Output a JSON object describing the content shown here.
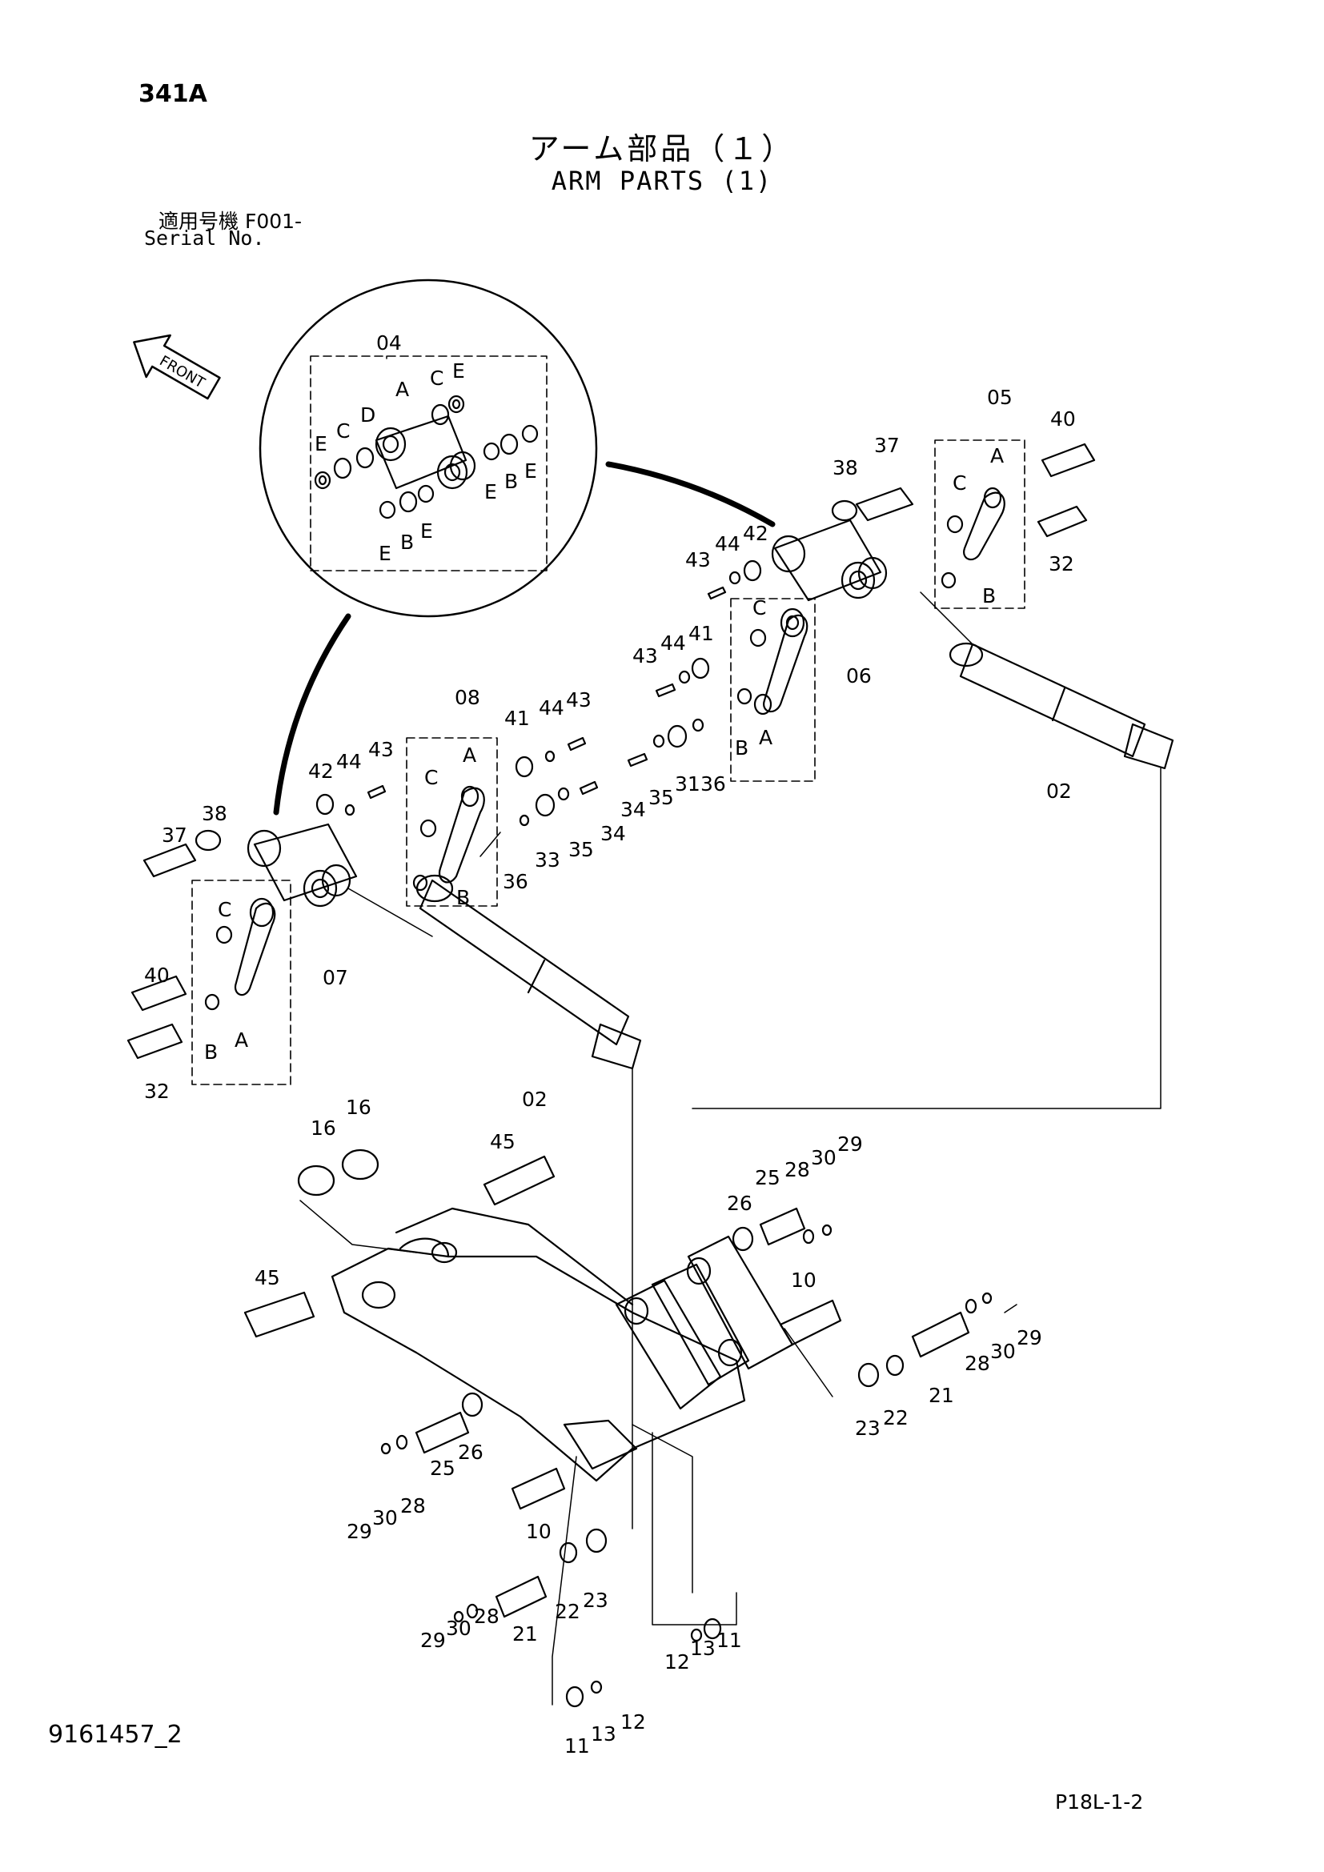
{
  "header": {
    "page_code": "341A",
    "title_jp": "アーム部品（１）",
    "title_en": "ARM PARTS (1)",
    "serial_jp": "適用号機  F001-",
    "serial_en": "Serial No."
  },
  "front_arrow": {
    "label": "FRONT"
  },
  "callouts": {
    "detail": [
      "04",
      "A",
      "C",
      "E",
      "C",
      "D",
      "E",
      "E",
      "B",
      "E",
      "E",
      "B",
      "E"
    ],
    "right": [
      "05",
      "40",
      "A",
      "37",
      "38",
      "C",
      "32",
      "B",
      "43",
      "44",
      "42",
      "C",
      "43",
      "44",
      "41",
      "06",
      "B",
      "A",
      "02"
    ],
    "mid": [
      "08",
      "A",
      "C",
      "41",
      "44",
      "43",
      "B",
      "42",
      "44",
      "43",
      "36",
      "33",
      "35",
      "34",
      "34",
      "35",
      "31",
      "36"
    ],
    "left": [
      "37",
      "38",
      "40",
      "C",
      "07",
      "B",
      "A",
      "32",
      "02"
    ],
    "lower": [
      "16",
      "16",
      "45",
      "45",
      "26",
      "25",
      "28",
      "30",
      "29",
      "10",
      "29",
      "28",
      "30",
      "21",
      "23",
      "22",
      "25",
      "26",
      "29",
      "30",
      "28",
      "10",
      "22",
      "23",
      "29",
      "30",
      "28",
      "21",
      "12",
      "13",
      "11",
      "11",
      "13",
      "12"
    ]
  },
  "footer": {
    "doc_number": "9161457_2",
    "page": "P18L-1-2"
  }
}
